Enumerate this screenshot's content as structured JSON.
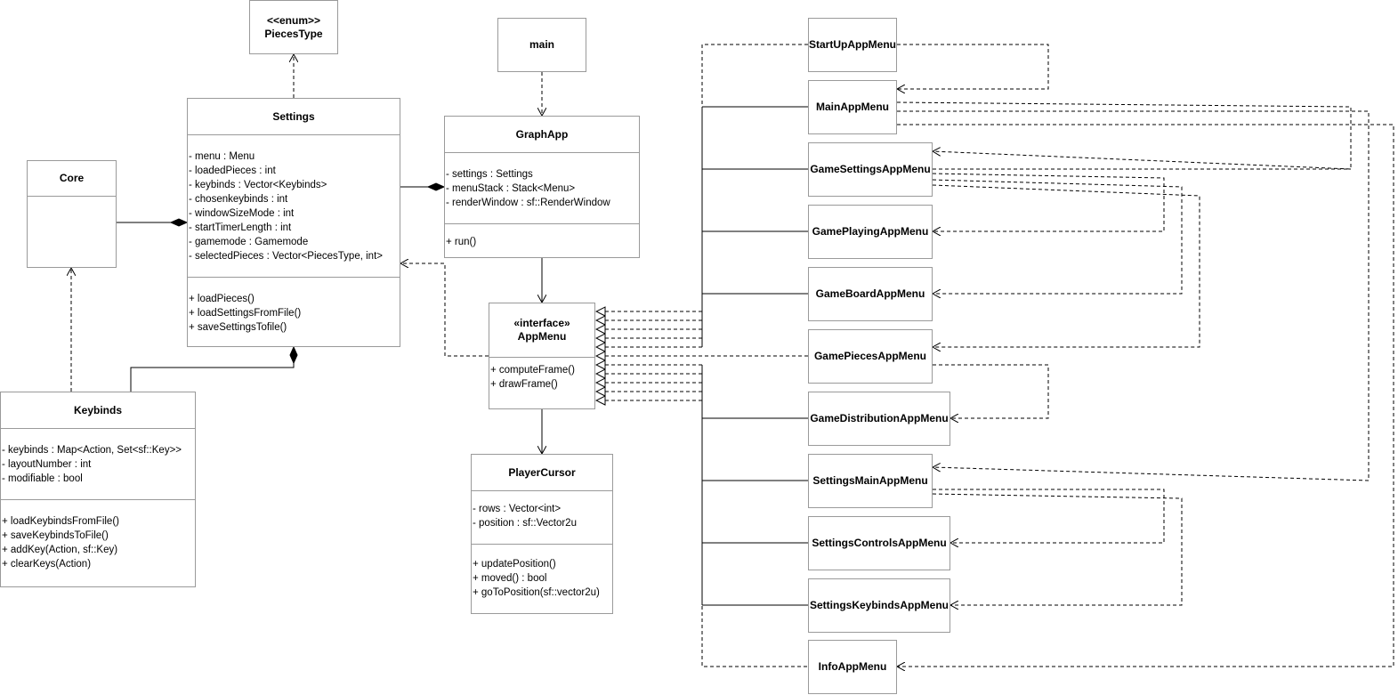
{
  "classes": {
    "pieces_type": {
      "stereotype": "<<enum>>",
      "name": "PiecesType"
    },
    "main": {
      "name": "main"
    },
    "core": {
      "name": "Core"
    },
    "settings": {
      "name": "Settings",
      "attributes": [
        "- menu : Menu",
        "- loadedPieces : int",
        "- keybinds : Vector<Keybinds>",
        "- chosenkeybinds : int",
        "- windowSizeMode : int",
        "- startTimerLength : int",
        "- gamemode : Gamemode",
        "- selectedPieces : Vector<PiecesType, int>"
      ],
      "methods": [
        "+ loadPieces()",
        "+ loadSettingsFromFile()",
        "+ saveSettingsTofile()"
      ]
    },
    "graph_app": {
      "name": "GraphApp",
      "attributes": [
        "- settings : Settings",
        "- menuStack : Stack<Menu>",
        "- renderWindow : sf::RenderWindow"
      ],
      "methods": [
        "+ run()"
      ]
    },
    "app_menu": {
      "stereotype": "«interface»",
      "name": "AppMenu",
      "methods": [
        "+ computeFrame()",
        "+ drawFrame()"
      ]
    },
    "keybinds": {
      "name": "Keybinds",
      "attributes": [
        "- keybinds : Map<Action, Set<sf::Key>>",
        "- layoutNumber : int",
        "- modifiable : bool"
      ],
      "methods": [
        "+ loadKeybindsFromFile()",
        "+ saveKeybindsToFile()",
        "+ addKey(Action, sf::Key)",
        "+ clearKeys(Action)"
      ]
    },
    "player_cursor": {
      "name": "PlayerCursor",
      "attributes": [
        "- rows : Vector<int>",
        "- position : sf::Vector2u"
      ],
      "methods": [
        "+ updatePosition()",
        "+ moved() : bool",
        "+ goToPosition(sf::vector2u)"
      ]
    }
  },
  "menus": [
    "StartUpAppMenu",
    "MainAppMenu",
    "GameSettingsAppMenu",
    "GamePlayingAppMenu",
    "GameBoardAppMenu",
    "GamePiecesAppMenu",
    "GameDistributionAppMenu",
    "SettingsMainAppMenu",
    "SettingsControlsAppMenu",
    "SettingsKeybindsAppMenu",
    "InfoAppMenu"
  ],
  "colors": {
    "border": "#9a9a9a",
    "line": "#000000",
    "background": "#ffffff"
  }
}
